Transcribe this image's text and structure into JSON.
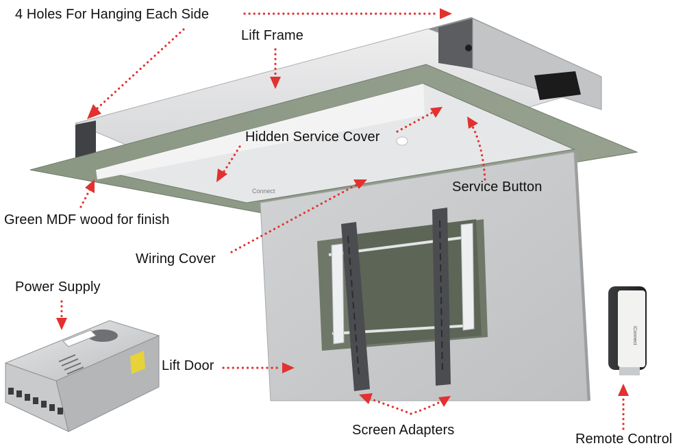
{
  "labels": {
    "holes": "4 Holes For Hanging Each Side",
    "lift_frame": "Lift Frame",
    "hidden_service_cover": "Hidden Service Cover",
    "service_button": "Service Button",
    "green_mdf": "Green MDF wood for finish",
    "wiring_cover": "Wiring Cover",
    "power_supply": "Power Supply",
    "lift_door": "Lift Door",
    "screen_adapters": "Screen Adapters",
    "remote_control": "Remote Control"
  },
  "brand_marks": {
    "lift_logo": "Connect",
    "remote_logo": "iConnect"
  },
  "colors": {
    "arrow": "#e2312f",
    "mdf_panel": "#8d9a86",
    "frame_silver": "#d9dadb",
    "door_silver": "#c7c8ca",
    "bracket_dark": "#4a4c50"
  }
}
